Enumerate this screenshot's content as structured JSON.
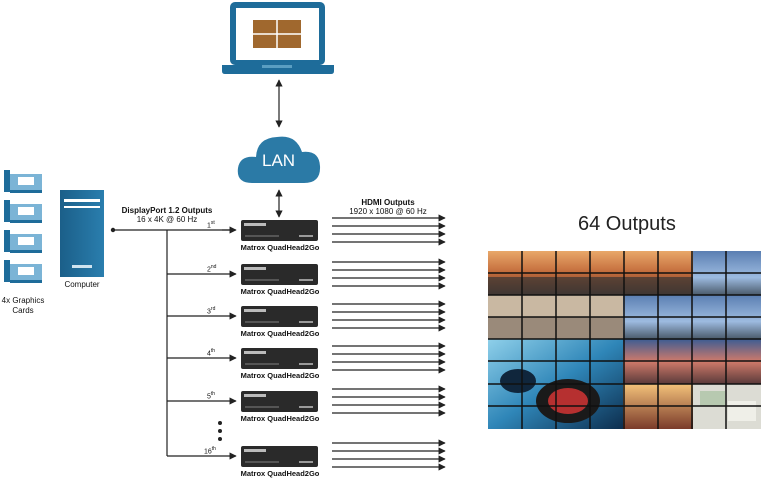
{
  "lan_label": "LAN",
  "computer_label": "Computer",
  "graphics_cards_label": "4x Graphics\nCards",
  "displayport": {
    "title": "DisplayPort 1.2 Outputs",
    "subtitle": "16 x 4K @ 60 Hz"
  },
  "hdmi": {
    "title": "HDMI Outputs",
    "subtitle": "1920 x 1080 @ 60 Hz"
  },
  "outputs_title": "64 Outputs",
  "device_name": "Matrox QuadHead2Go",
  "ordinals": [
    {
      "num": "1",
      "suffix": "st"
    },
    {
      "num": "2",
      "suffix": "nd"
    },
    {
      "num": "3",
      "suffix": "rd"
    },
    {
      "num": "4",
      "suffix": "th"
    },
    {
      "num": "5",
      "suffix": "th"
    },
    {
      "num": "16",
      "suffix": "th"
    }
  ],
  "colors": {
    "blue": "#1e6c9a",
    "light_blue": "#5a9ec2",
    "cloud": "#2b7aa6",
    "device": "#2a2a2a",
    "line": "#222222"
  }
}
